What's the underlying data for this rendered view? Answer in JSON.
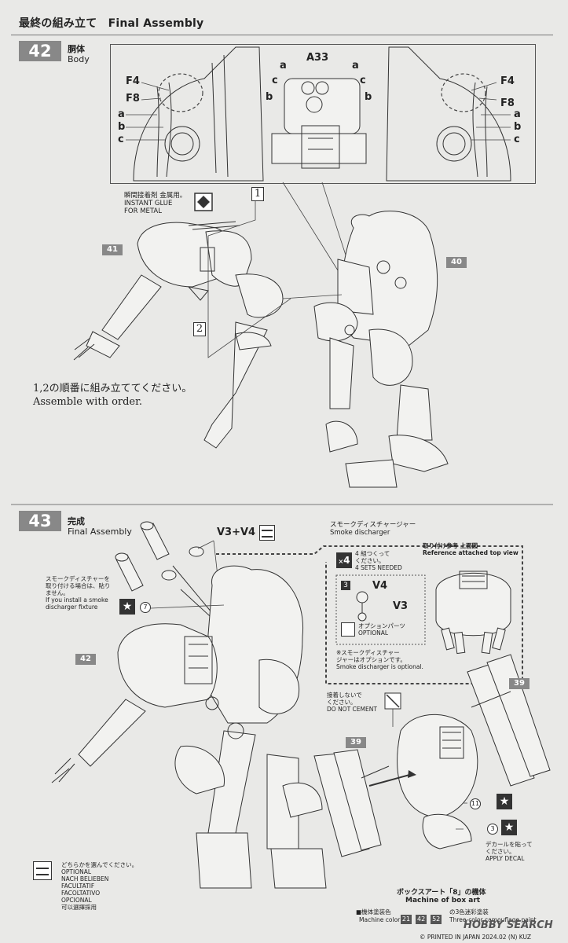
{
  "header": {
    "title": "最終の組み立て　Final Assembly"
  },
  "step42": {
    "number": "42",
    "title_jp": "胴体",
    "title_en": "Body",
    "left_callouts": [
      "F4",
      "F8",
      "a",
      "b",
      "c"
    ],
    "right_callouts": [
      "F4",
      "F8",
      "a",
      "b",
      "c"
    ],
    "center_part": "A33",
    "center_callouts": [
      "a",
      "a",
      "c",
      "c",
      "b",
      "b"
    ],
    "glue_note": [
      "瞬間接着剤 金属用。",
      "INSTANT GLUE",
      "FOR METAL"
    ],
    "seq1": "1",
    "seq2": "2",
    "part_41": "41",
    "part_40": "40",
    "order_jp": "1,2の順番に組み立ててください。",
    "order_en": "Assemble with order."
  },
  "step43": {
    "number": "43",
    "title_jp": "完成",
    "title_en": "Final Assembly",
    "v3v4": "V3+V4",
    "smoke_title_jp": "スモークディスチャージャー",
    "smoke_title_en": "Smoke discharger",
    "sets_qty": "4",
    "sets_jp": [
      "4 組つくって",
      "ください。"
    ],
    "sets_en": "4 SETS NEEDED",
    "ref_jp": "取り付け参考 上面図",
    "ref_en": "Reference attached top view",
    "part3": "3",
    "v4": "V4",
    "v3": "V3",
    "optional_jp": "オプションパーツ",
    "optional_en": "OPTIONAL",
    "smoke_opt_jp": [
      "※スモークディスチャー",
      "ジャーはオプションです。"
    ],
    "smoke_opt_en": "Smoke discharger is optional.",
    "install_jp": [
      "スモークディスチャーを",
      "取り付ける場合は、貼り",
      "ません。"
    ],
    "install_en": [
      "If you install a smoke",
      "discharger fixture"
    ],
    "decal7": "7",
    "part_42": "42",
    "part_39a": "39",
    "part_39b": "39",
    "no_cement_jp": [
      "接着しないで",
      "ください。"
    ],
    "no_cement_en": "DO NOT CEMENT",
    "decal11": "11",
    "decal3": "3",
    "apply_jp": [
      "デカールを貼って",
      "ください。"
    ],
    "apply_en": "APPLY DECAL",
    "options_list": [
      "どちらかを選んでください。",
      "OPTIONAL",
      "NACH BELIEBEN",
      "FACULTATIF",
      "FACOLTATIVO",
      "OPCIONAL",
      "可以選擇採用"
    ],
    "box_art_jp": "ボックスアート「8」の機体",
    "box_art_en": "Machine of box art",
    "machine_color_jp": "■機体塗装色",
    "machine_color_en": "Machine color",
    "colors": [
      "21",
      "42",
      "52"
    ],
    "camo_jp": "の3色迷彩塗装",
    "camo_en": "Three-color camouflage paint"
  },
  "footer": {
    "printed": "© PRINTED IN JAPAN  2024.02 (N) KUZ",
    "watermark": "HOBBY SEARCH"
  }
}
